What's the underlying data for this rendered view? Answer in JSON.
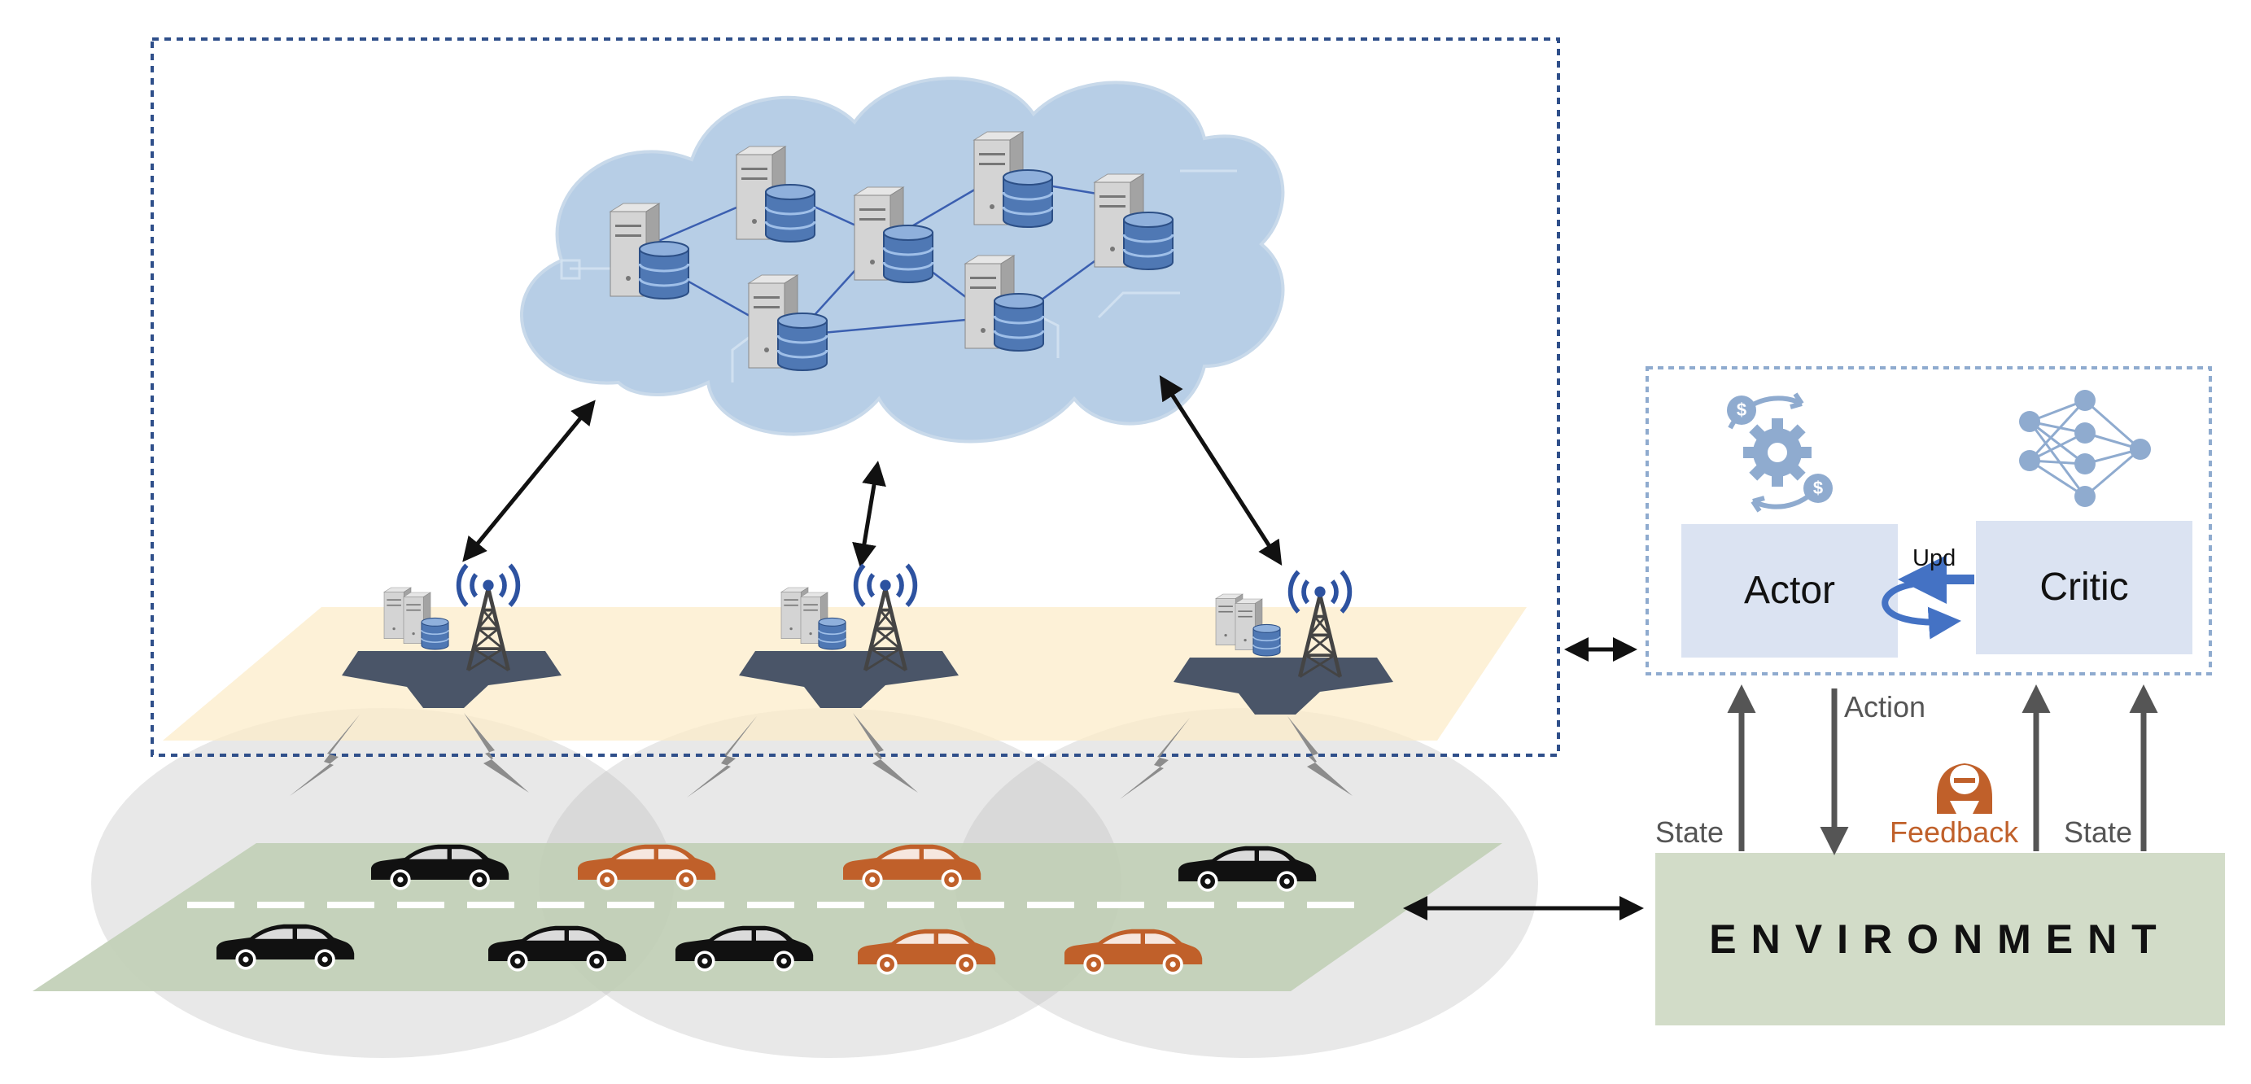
{
  "labels": {
    "actor": "Actor",
    "critic": "Critic",
    "update": "Upd",
    "action": "Action",
    "state_left": "State",
    "feedback": "Feedback",
    "state_right": "State",
    "environment": "ENVIRONMENT"
  },
  "colors": {
    "cloud": "#b8cfe6",
    "road": "#c6d3bc",
    "edge_plane": "#fdf1d6",
    "coverage": "#d9d9d9",
    "car_normal": "#111111",
    "car_highlight": "#c0602a",
    "box_fill": "#dbe3f2",
    "environment_fill": "#d2dcc8",
    "update_arrow": "#4472c4",
    "feedback": "#c0602a",
    "icon": "#8fabcf",
    "dotted_frame": "#2f4f8a"
  },
  "icons": [
    "cloud",
    "server-icon",
    "database-icon",
    "base-station-icon",
    "lightning-icon",
    "car-icon",
    "gear-coin-icon",
    "neural-network-icon",
    "hacker-icon"
  ]
}
